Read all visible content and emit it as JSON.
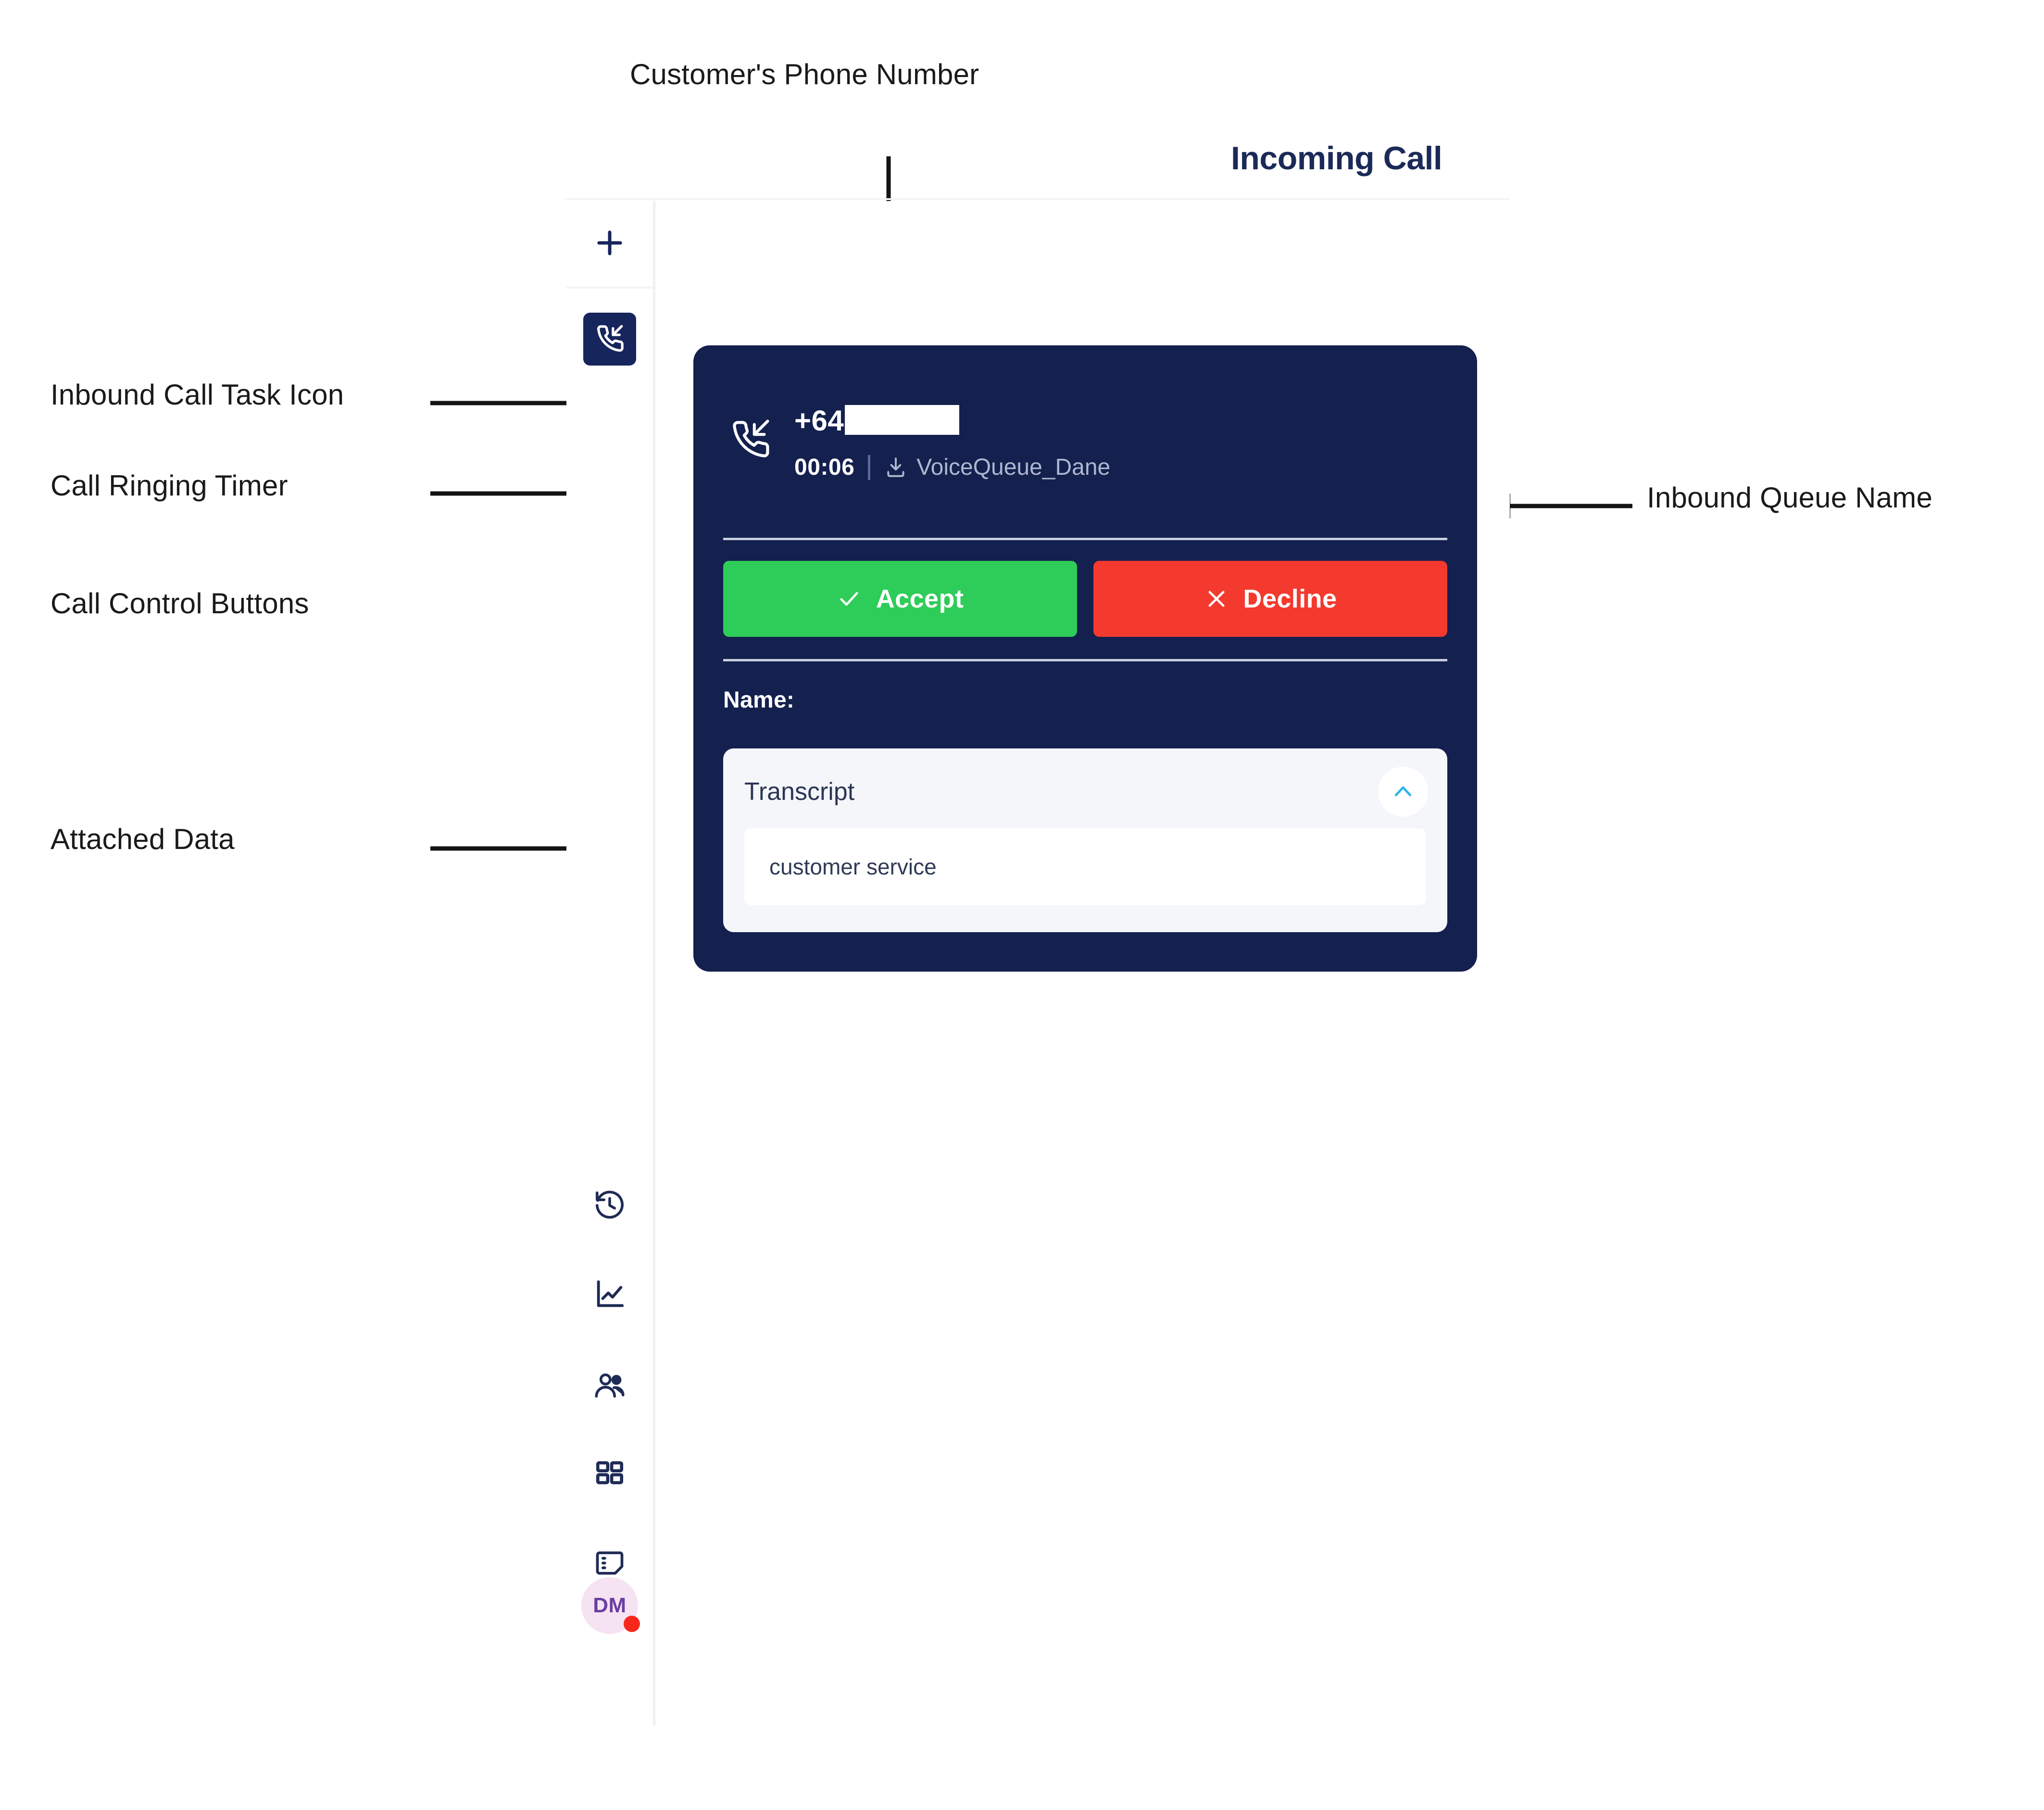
{
  "annotations": [
    {
      "id": "customers-phone-number",
      "text": "Customer's Phone Number"
    },
    {
      "id": "inbound-call-task-icon",
      "text": "Inbound Call Task Icon"
    },
    {
      "id": "call-ringing-timer",
      "text": "Call Ringing Timer"
    },
    {
      "id": "call-control-buttons",
      "text": "Call Control Buttons"
    },
    {
      "id": "attached-data",
      "text": "Attached Data"
    },
    {
      "id": "inbound-queue-name",
      "text": "Inbound Queue Name"
    }
  ],
  "header": {
    "title": "Incoming Call"
  },
  "sidebar": {
    "add_icon": "plus-icon",
    "active_task_icon": "inbound-call-icon",
    "items": [
      {
        "icon": "history-icon",
        "name": "history"
      },
      {
        "icon": "analytics-chart-icon",
        "name": "analytics"
      },
      {
        "icon": "contacts-people-icon",
        "name": "contacts"
      },
      {
        "icon": "apps-grid-icon",
        "name": "apps"
      },
      {
        "icon": "notes-icon",
        "name": "notes"
      }
    ],
    "avatar": {
      "initials": "DM",
      "status_color": "#f7281b",
      "background": "#f5e2f2",
      "text_color": "#6c3ea0"
    }
  },
  "call_card": {
    "direction_icon": "inbound-call-icon",
    "phone_number": "+64",
    "phone_number_redacted": true,
    "timer": "00:06",
    "queue_icon": "download-queue-icon",
    "queue_name": "VoiceQueue_Dane",
    "accept_label": "Accept",
    "accept_icon": "check-icon",
    "decline_label": "Decline",
    "decline_icon": "close-x-icon",
    "name_label": "Name:",
    "colors": {
      "card_background": "#14204e",
      "accept": "#2ecc58",
      "decline": "#f4392e",
      "divider": "#c9cfe0"
    }
  },
  "attached_data": {
    "section_title": "Transcript",
    "collapse_icon": "chevron-up-icon",
    "collapse_icon_color": "#2bb6e8",
    "value": "customer service"
  }
}
